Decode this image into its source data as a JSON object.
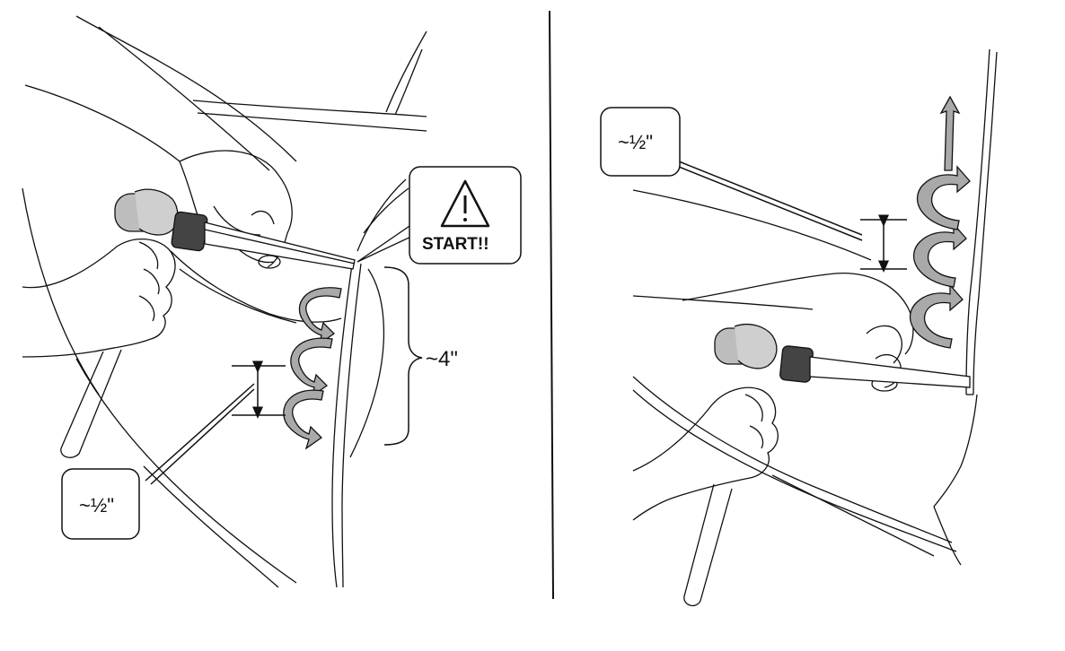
{
  "panels": {
    "left": {
      "callout_start": {
        "icon": "warning-triangle-icon",
        "label": "START!!"
      },
      "callout_spacing": {
        "label": "~½\""
      },
      "dimension_length": {
        "label": "~4\""
      }
    },
    "right": {
      "callout_spacing": {
        "label": "~½\""
      }
    }
  },
  "colors": {
    "line": "#111111",
    "arrow_fill": "#a9a9a9",
    "background": "#ffffff"
  }
}
